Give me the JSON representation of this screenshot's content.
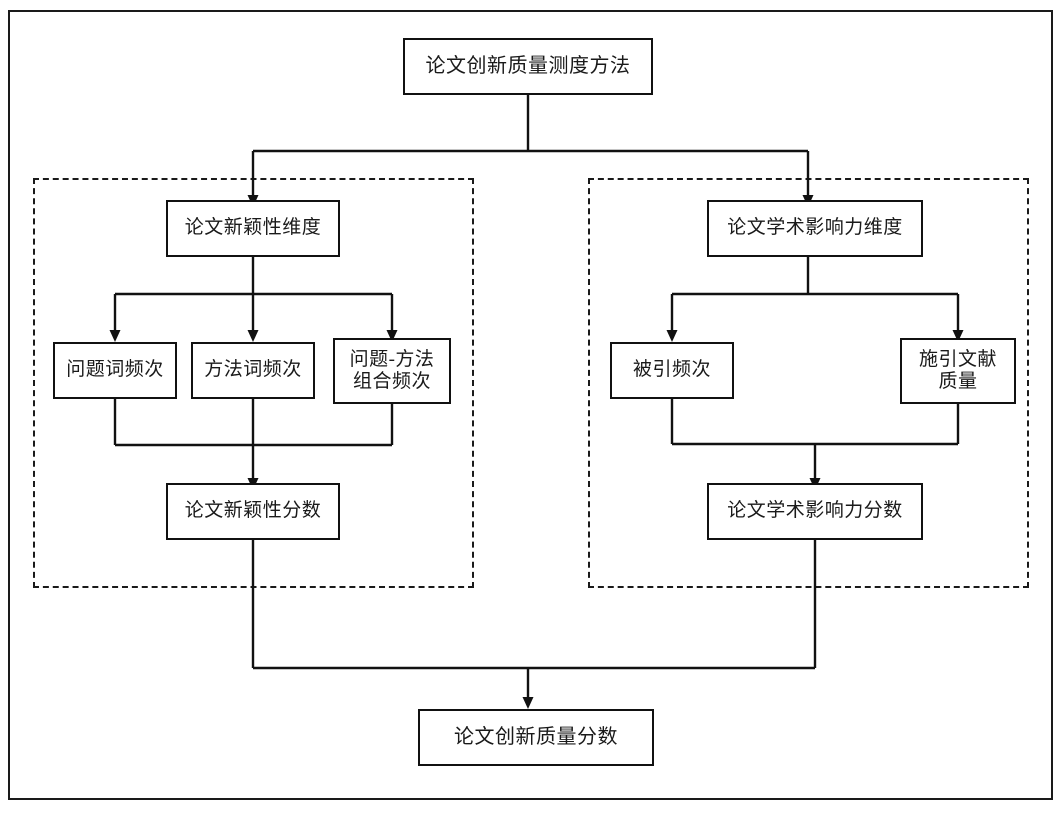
{
  "diagram": {
    "title_node": {
      "label": "论文创新质量测度方法"
    },
    "groups": [
      {
        "name": "novelty-dimension-group"
      },
      {
        "name": "academic-impact-dimension-group"
      }
    ],
    "dimension_nodes": [
      {
        "label": "论文新颖性维度"
      },
      {
        "label": "论文学术影响力维度"
      }
    ],
    "novelty_indicators": [
      {
        "label": "问题词频次"
      },
      {
        "label": "方法词频次"
      },
      {
        "label": "问题-方法\n组合频次"
      }
    ],
    "impact_indicators": [
      {
        "label": "被引频次"
      },
      {
        "label": "施引文献\n质量"
      }
    ],
    "score_nodes": [
      {
        "label": "论文新颖性分数"
      },
      {
        "label": "论文学术影响力分数"
      }
    ],
    "final_node": {
      "label": "论文创新质量分数"
    },
    "colors": {
      "line": "#111111",
      "border": "#1a1a1a",
      "background": "#ffffff"
    }
  }
}
